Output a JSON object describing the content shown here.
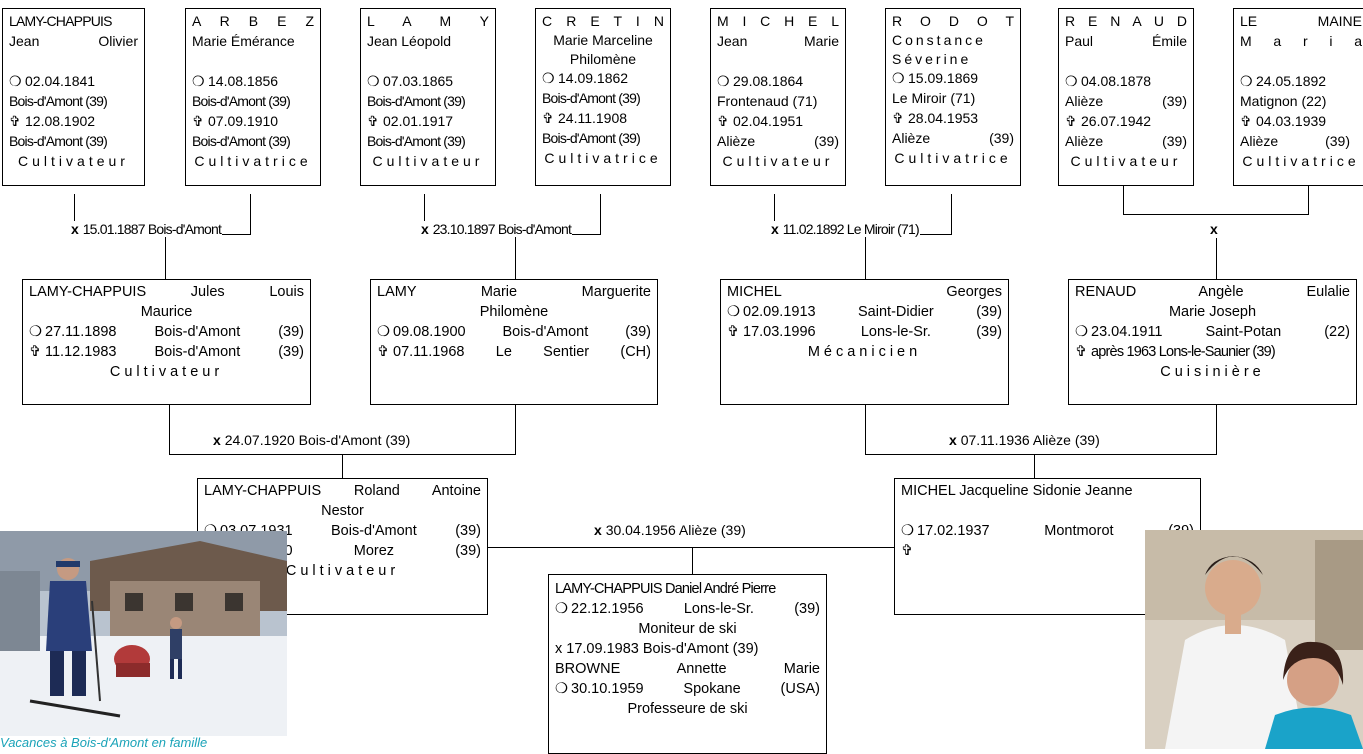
{
  "symbols": {
    "birth": "❍",
    "death": "✞",
    "marriage": "x"
  },
  "great_grandparents": [
    {
      "name": "LAMY-CHAPPUIS",
      "first": "Jean Olivier",
      "birth_date": "02.04.1841",
      "birth_place": "Bois-d'Amont (39)",
      "death_date": "12.08.1902",
      "death_place": "Bois-d'Amont (39)",
      "job": "Cultivateur"
    },
    {
      "name": "A R B E Z",
      "first": "Marie Émérance",
      "birth_date": "14.08.1856",
      "birth_place": "Bois-d'Amont (39)",
      "death_date": "07.09.1910",
      "death_place": "Bois-d'Amont (39)",
      "job": "Cultivatrice"
    },
    {
      "name": "L A M Y",
      "first": "Jean Léopold",
      "birth_date": "07.03.1865",
      "birth_place": "Bois-d'Amont (39)",
      "death_date": "02.01.1917",
      "death_place": "Bois-d'Amont (39)",
      "job": "Cultivateur"
    },
    {
      "name": "C R E T I N",
      "first": "Marie Marceline Philomène",
      "birth_date": "14.09.1862",
      "birth_place": "Bois-d'Amont (39)",
      "death_date": "24.11.1908",
      "death_place": "Bois-d'Amont (39)",
      "job": "Cultivatrice"
    },
    {
      "name": "M I C H E L",
      "first": "Jean Marie",
      "birth_date": "29.08.1864",
      "birth_place": "Frontenaud (71)",
      "death_date": "02.04.1951",
      "death_place": "Alièze (39)",
      "job": "Cultivateur"
    },
    {
      "name": "R O D O T",
      "first": "Constance Séverine",
      "birth_date": "15.09.1869",
      "birth_place": "Le Miroir (71)",
      "death_date": "28.04.1953",
      "death_place": "Alièze (39)",
      "job": "Cultivatrice"
    },
    {
      "name": "R E N A U D",
      "first": "Paul Émile",
      "birth_date": "04.08.1878",
      "birth_place": "Alièze (39)",
      "death_date": "26.07.1942",
      "death_place": "Alièze (39)",
      "job": "Cultivateur"
    },
    {
      "name": "LE MAINE",
      "first": "M a r i a",
      "birth_date": "24.05.1892",
      "birth_place": "Matignon (22)",
      "death_date": "04.03.1939",
      "death_place": "Alièze (39)",
      "job": "Cultivatrice"
    }
  ],
  "gp_marriages": [
    "15.01.1887 Bois-d'Amont",
    "23.10.1897 Bois-d'Amont",
    "11.02.1892 Le Miroir (71)",
    ""
  ],
  "grandparents": [
    {
      "line1": "LAMY-CHAPPUIS Jules Louis",
      "line2": "Maurice",
      "birth": "27.11.1898 Bois-d'Amont (39)",
      "death": "11.12.1983 Bois-d'Amont (39)",
      "job": "Cultivateur"
    },
    {
      "line1": "LAMY Marie Marguerite",
      "line2": "Philomène",
      "birth": "09.08.1900 Bois-d'Amont (39)",
      "death": "07.11.1968 Le Sentier (CH)",
      "job": ""
    },
    {
      "line1": "MICHEL Georges",
      "line2": "",
      "birth": "02.09.1913 Saint-Didier (39)",
      "death": "17.03.1996 Lons-le-Sr. (39)",
      "job": "Mécanicien"
    },
    {
      "line1": "RENAUD Angèle Eulalie",
      "line2": "Marie Joseph",
      "birth": "23.04.1911 Saint-Potan (22)",
      "death": "après 1963 Lons-le-Saunier (39)",
      "job": "Cuisinière"
    }
  ],
  "p_marriages": [
    "24.07.1920 Bois-d'Amont (39)",
    "07.11.1936 Alièze (39)"
  ],
  "parents": [
    {
      "line1": "LAMY-CHAPPUIS Roland Antoine",
      "line2": "Nestor",
      "birth": "03.07.1931 Bois-d'Amont (39)",
      "death": "27.10.2010 Morez (39)",
      "job": "Cultivateur"
    },
    {
      "line1": "MICHEL Jacqueline Sidonie Jeanne",
      "line2": "",
      "birth": "17.02.1937 Montmorot (39)",
      "death": "",
      "job": ""
    }
  ],
  "parents_marriage": "30.04.1956 Alièze (39)",
  "subject": {
    "name": "LAMY-CHAPPUIS Daniel André Pierre",
    "birth": "22.12.1956 Lons-le-Sr. (39)",
    "job": "Moniteur de ski",
    "marriage": "x 17.09.1983 Bois-d'Amont (39)",
    "spouse_name": "BROWNE Annette Marie",
    "spouse_birth": "30.10.1959 Spokane (USA)",
    "spouse_job": "Professeure de ski"
  },
  "photo_caption": "Vacances à Bois-d'Amont en famille"
}
